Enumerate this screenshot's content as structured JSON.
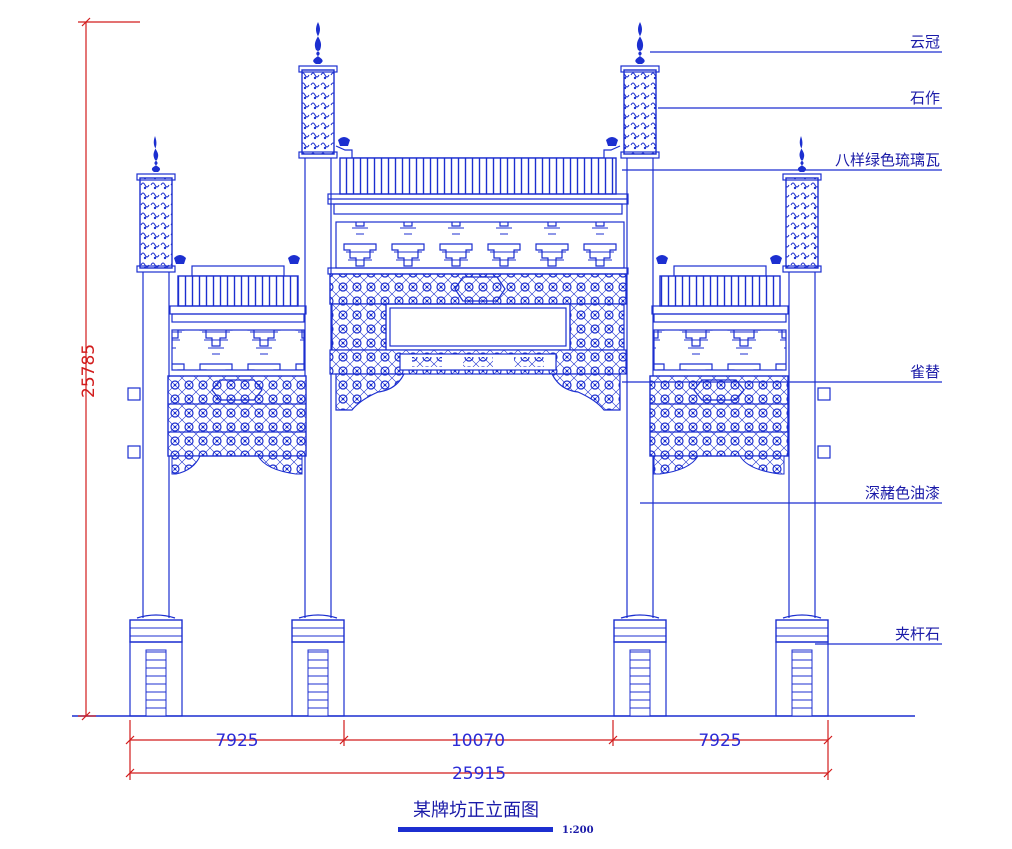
{
  "title": "某牌坊正立面图",
  "scale": "1:200",
  "dimensions": {
    "height_total": "25785",
    "left_span": "7925",
    "center_span": "10070",
    "right_span": "7925",
    "total_width": "25915"
  },
  "labels": [
    "云冠",
    "石作",
    "八样绿色琉璃瓦",
    "雀替",
    "深赭色油漆",
    "夹杆石"
  ],
  "colors": {
    "line": "#1c2fd0",
    "dimension": "#d21c1c",
    "text": "#1a1aa8"
  }
}
